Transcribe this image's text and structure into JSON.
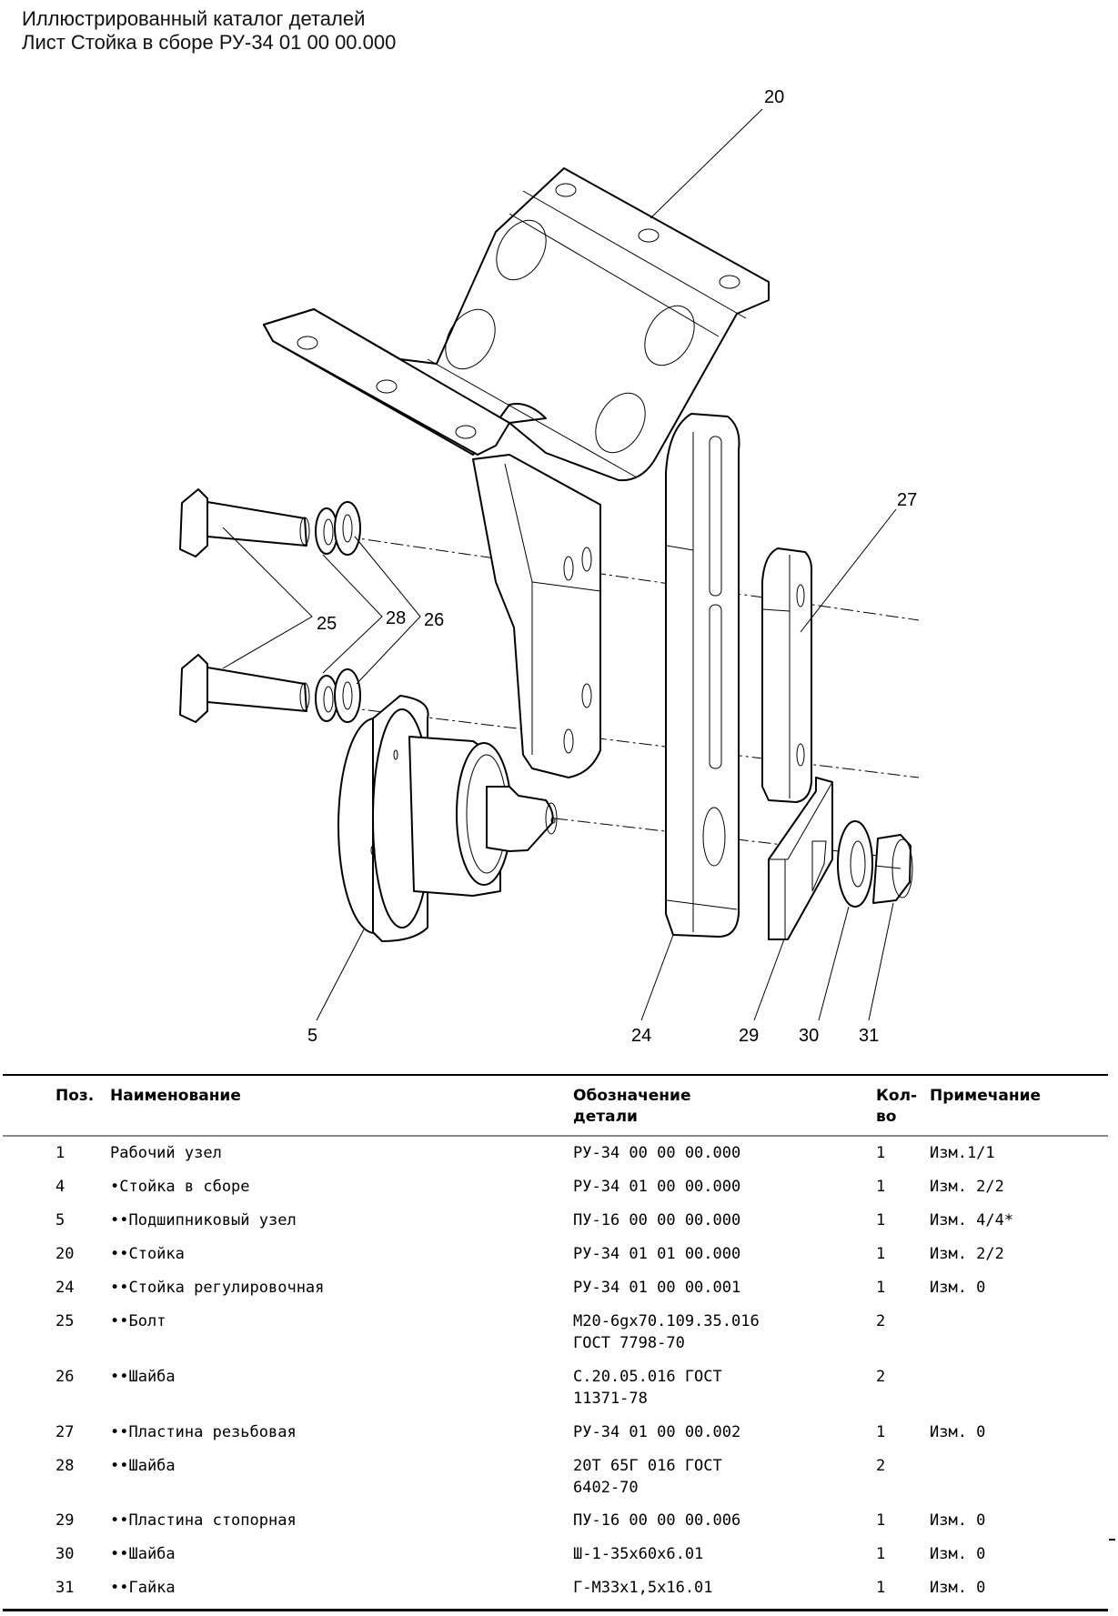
{
  "header": {
    "title": "Иллюстрированный каталог деталей",
    "sheet": "Лист Стойка в сборе РУ-34 01 00 00.000"
  },
  "drawing": {
    "callouts": [
      "20",
      "27",
      "25",
      "28",
      "26",
      "5",
      "24",
      "29",
      "30",
      "31"
    ]
  },
  "table": {
    "headers": {
      "pos": "Поз.",
      "name": "Наименование",
      "code_line1": "Обозначение",
      "code_line2": "детали",
      "qty_line1": "Кол-",
      "qty_line2": "во",
      "note": "Примечание"
    },
    "rows": [
      {
        "pos": "1",
        "name": "Рабочий узел",
        "code": [
          "РУ-34 00 00 00.000"
        ],
        "qty": "1",
        "note": "Изм.1/1"
      },
      {
        "pos": "4",
        "name": "•Стойка в сборе",
        "code": [
          "РУ-34 01 00 00.000"
        ],
        "qty": "1",
        "note": "Изм. 2/2"
      },
      {
        "pos": "5",
        "name": "••Подшипниковый узел",
        "code": [
          "ПУ-16 00 00 00.000"
        ],
        "qty": "1",
        "note": "Изм. 4/4*"
      },
      {
        "pos": "20",
        "name": "••Стойка",
        "code": [
          "РУ-34 01 01 00.000"
        ],
        "qty": "1",
        "note": "Изм. 2/2"
      },
      {
        "pos": "24",
        "name": "••Стойка регулировочная",
        "code": [
          "РУ-34 01 00 00.001"
        ],
        "qty": "1",
        "note": "Изм. 0"
      },
      {
        "pos": "25",
        "name": "••Болт",
        "code": [
          "М20-6gx70.109.35.016",
          "ГОСТ 7798-70"
        ],
        "qty": "2",
        "note": ""
      },
      {
        "pos": "26",
        "name": "••Шайба",
        "code": [
          "С.20.05.016 ГОСТ",
          "11371-78"
        ],
        "qty": "2",
        "note": ""
      },
      {
        "pos": "27",
        "name": "••Пластина резьбовая",
        "code": [
          "РУ-34 01 00 00.002"
        ],
        "qty": "1",
        "note": "Изм. 0"
      },
      {
        "pos": "28",
        "name": "••Шайба",
        "code": [
          "20Т 65Г 016 ГОСТ",
          "6402-70"
        ],
        "qty": "2",
        "note": ""
      },
      {
        "pos": "29",
        "name": "••Пластина стопорная",
        "code": [
          "ПУ-16 00 00 00.006"
        ],
        "qty": "1",
        "note": "Изм. 0"
      },
      {
        "pos": "30",
        "name": "••Шайба",
        "code": [
          "Ш-1-35x60x6.01"
        ],
        "qty": "1",
        "note": "Изм. 0"
      },
      {
        "pos": "31",
        "name": "••Гайка",
        "code": [
          "Г-М33x1,5x16.01"
        ],
        "qty": "1",
        "note": "Изм. 0"
      }
    ]
  }
}
